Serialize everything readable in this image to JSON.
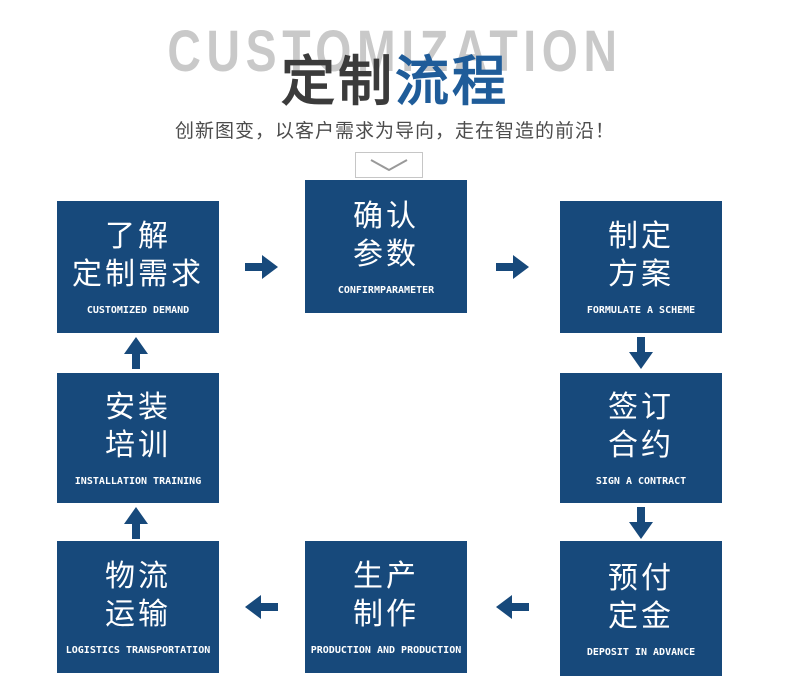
{
  "header": {
    "watermark": "CUSTOMIZATION",
    "title_dark": "定制",
    "title_blue": "流程",
    "subtitle": "创新图变，以客户需求为导向，走在智造的前沿！"
  },
  "icons": {
    "divider": "chevron-down",
    "flow_arrows": [
      "arrow-right",
      "arrow-down",
      "arrow-left",
      "arrow-up"
    ]
  },
  "colors": {
    "box_blue": "#17497b",
    "arrow_blue": "#17497b",
    "title_blue": "#1f5c99",
    "title_dark": "#3b3b3b",
    "watermark_gray": "#c9c9c9",
    "subtitle_gray": "#4c4c4c",
    "chevron_gray": "#999999"
  },
  "flow": {
    "steps": [
      {
        "line1": "了解",
        "line2": "定制需求",
        "en": "CUSTOMIZED DEMAND"
      },
      {
        "line1": "确认",
        "line2": "参数",
        "en": "CONFIRMPARAMETER"
      },
      {
        "line1": "制定",
        "line2": "方案",
        "en": "FORMULATE A SCHEME"
      },
      {
        "line1": "签订",
        "line2": "合约",
        "en": "SIGN A CONTRACT"
      },
      {
        "line1": "预付",
        "line2": "定金",
        "en": "DEPOSIT IN ADVANCE"
      },
      {
        "line1": "生产",
        "line2": "制作",
        "en": "PRODUCTION AND PRODUCTION"
      },
      {
        "line1": "物流",
        "line2": "运输",
        "en": "LOGISTICS TRANSPORTATION"
      },
      {
        "line1": "安装",
        "line2": "培训",
        "en": "INSTALLATION TRAINING"
      }
    ]
  }
}
